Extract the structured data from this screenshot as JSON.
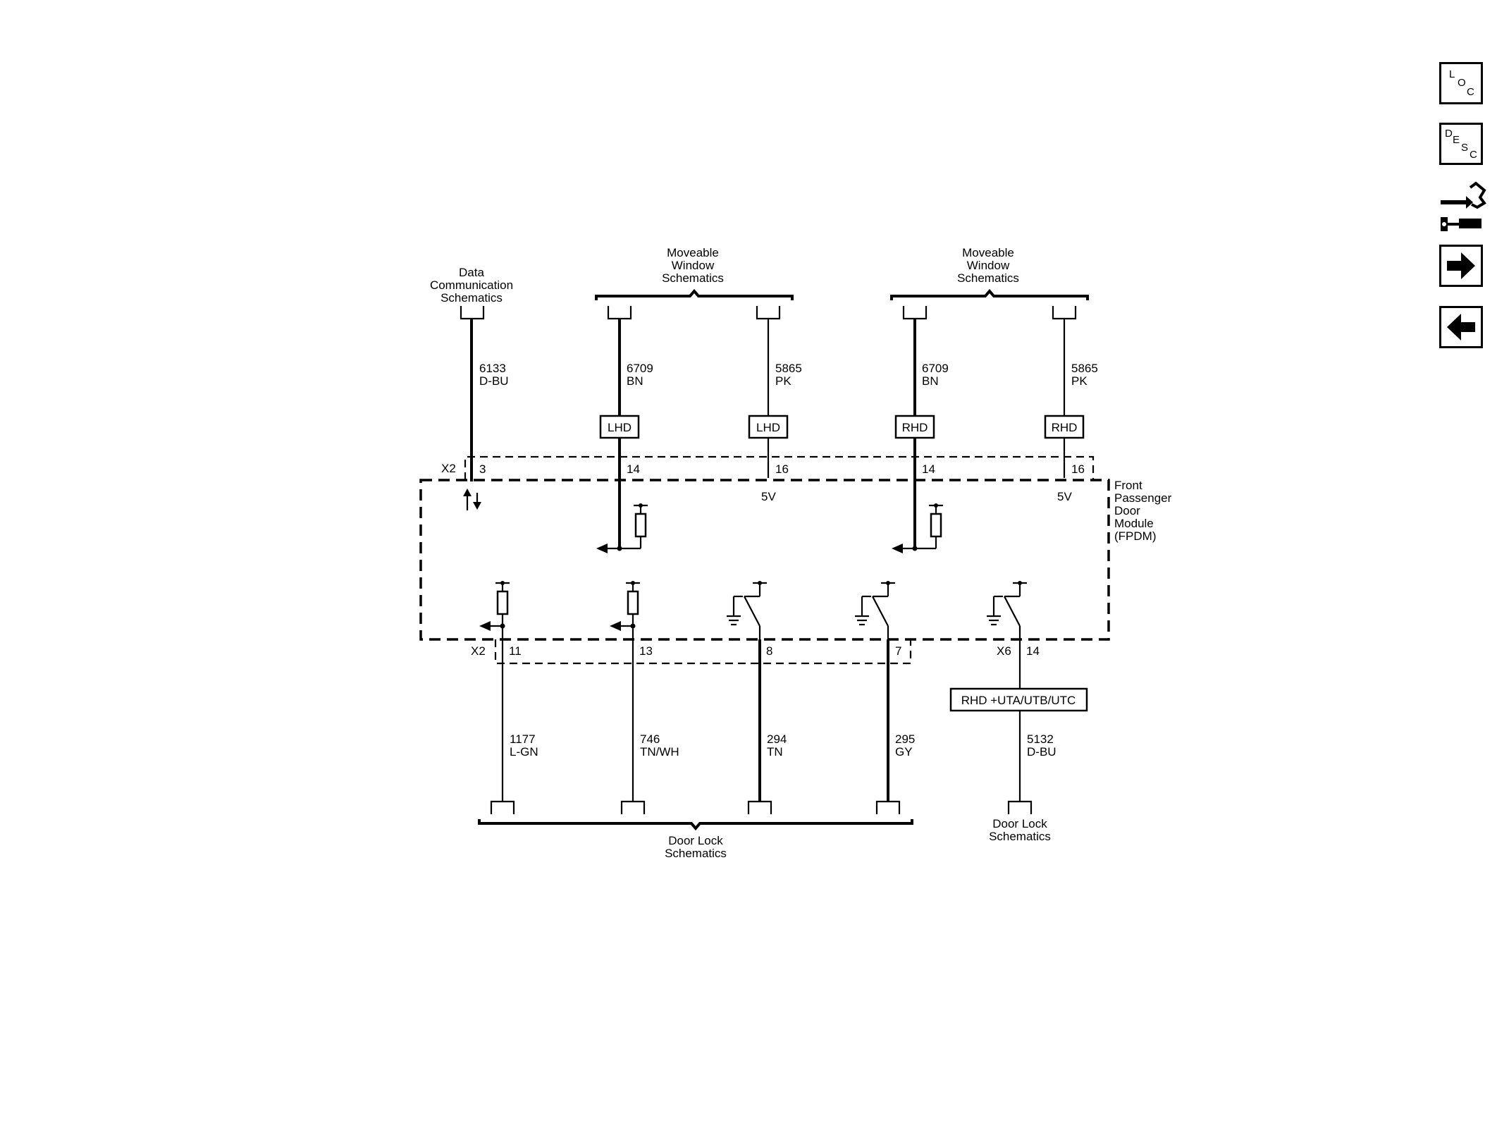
{
  "nav": {
    "loc": [
      "L",
      "O",
      "C"
    ],
    "desc": [
      "D",
      "E",
      "S",
      "C"
    ],
    "icon_connector": "connector-repair-icon",
    "icon_next": "right-arrow-icon",
    "icon_prev": "left-arrow-icon"
  },
  "labels": {
    "data_comm": [
      "Data",
      "Communication",
      "Schematics"
    ],
    "window_left": [
      "Moveable",
      "Window",
      "Schematics"
    ],
    "window_right": [
      "Moveable",
      "Window",
      "Schematics"
    ],
    "module": [
      "Front",
      "Passenger",
      "Door",
      "Module",
      "(FPDM)"
    ],
    "door_lock_main": [
      "Door Lock",
      "Schematics"
    ],
    "door_lock_right": [
      "Door Lock",
      "Schematics"
    ]
  },
  "top_circuits": [
    {
      "num": "6133",
      "color": "D-BU",
      "pin": "3"
    },
    {
      "num": "6709",
      "color": "BN",
      "pin": "14",
      "option": "LHD"
    },
    {
      "num": "5865",
      "color": "PK",
      "pin": "16",
      "option": "LHD",
      "voltage": "5V"
    },
    {
      "num": "6709",
      "color": "BN",
      "pin": "14",
      "option": "RHD"
    },
    {
      "num": "5865",
      "color": "PK",
      "pin": "16",
      "option": "RHD",
      "voltage": "5V"
    }
  ],
  "bottom_circuits": [
    {
      "num": "1177",
      "color": "L-GN",
      "pin": "11"
    },
    {
      "num": "746",
      "color": "TN/WH",
      "pin": "13"
    },
    {
      "num": "294",
      "color": "TN",
      "pin": "8"
    },
    {
      "num": "295",
      "color": "GY",
      "pin": "7"
    },
    {
      "num": "5132",
      "color": "D-BU",
      "pin": "14"
    }
  ],
  "connectors": {
    "top_left": "X2",
    "bottom_left": "X2",
    "bottom_right": "X6"
  },
  "option_box_bottom": "RHD +UTA/UTB/UTC"
}
